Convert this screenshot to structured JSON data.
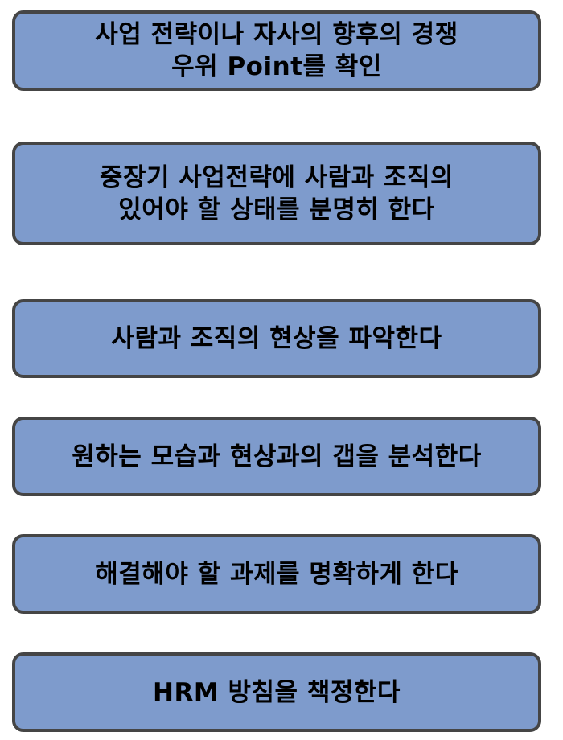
{
  "steps": [
    {
      "text": "사업 전략이나 자사의 향후의 경쟁\n우위 Point를 확인"
    },
    {
      "text": "중장기 사업전략에 사람과 조직의\n있어야 할 상태를 분명히 한다"
    },
    {
      "text": "사람과 조직의 현상을 파악한다"
    },
    {
      "text": "원하는 모습과 현상과의 갭을 분석한다"
    },
    {
      "text": "해결해야 할 과제를 명확하게 한다"
    },
    {
      "text": "HRM 방침을 책정한다"
    }
  ],
  "colors": {
    "box_fill": "#7e9bcc",
    "box_border": "#454545",
    "text": "#000000",
    "background": "#ffffff"
  }
}
